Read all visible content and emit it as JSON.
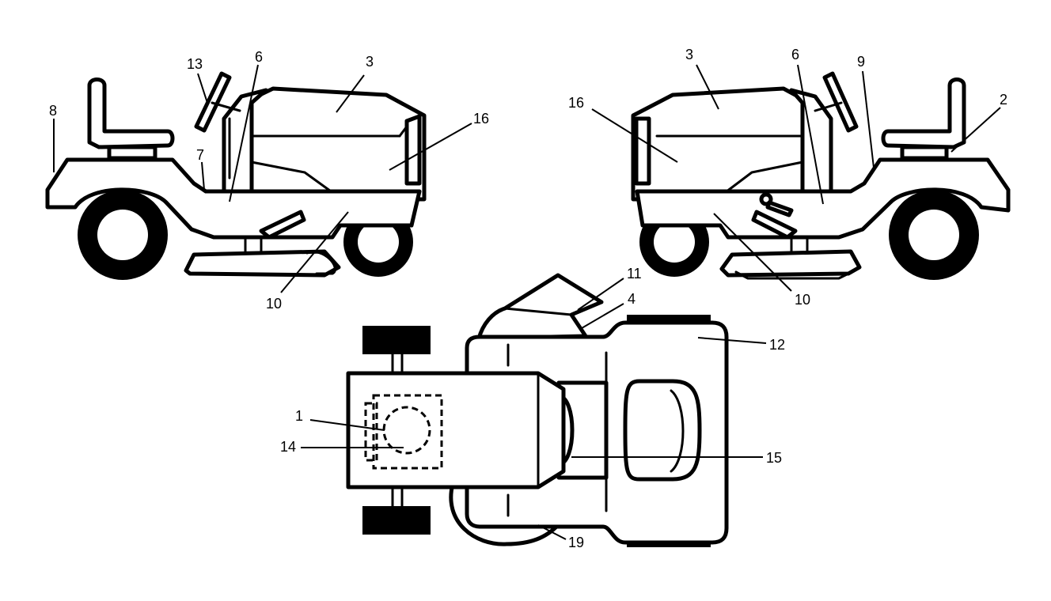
{
  "callouts": {
    "left_13": "13",
    "left_6": "6",
    "left_3": "3",
    "left_16": "16",
    "left_8": "8",
    "left_7": "7",
    "left_10": "10",
    "right_3": "3",
    "right_6": "6",
    "right_9": "9",
    "right_2": "2",
    "right_16": "16",
    "right_10": "10",
    "top_11": "11",
    "top_4": "4",
    "top_12": "12",
    "top_1": "1",
    "top_14": "14",
    "top_15": "15",
    "top_19": "19"
  }
}
